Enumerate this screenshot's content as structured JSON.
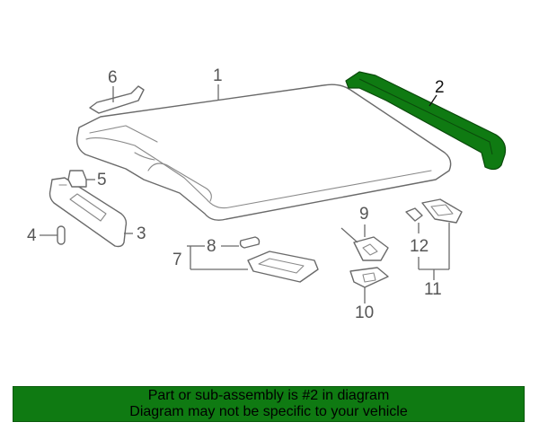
{
  "callouts": {
    "c1": "1",
    "c2": "2",
    "c3": "3",
    "c4": "4",
    "c5": "5",
    "c6": "6",
    "c7": "7",
    "c8": "8",
    "c9": "9",
    "c10": "10",
    "c11": "11",
    "c12": "12"
  },
  "highlight": {
    "callout": "2",
    "color": "#0f7a12"
  },
  "banner": {
    "line1": "Part or sub-assembly is #2 in diagram",
    "line2": "Diagram may not be specific to your vehicle",
    "background": "#0f7a12"
  }
}
